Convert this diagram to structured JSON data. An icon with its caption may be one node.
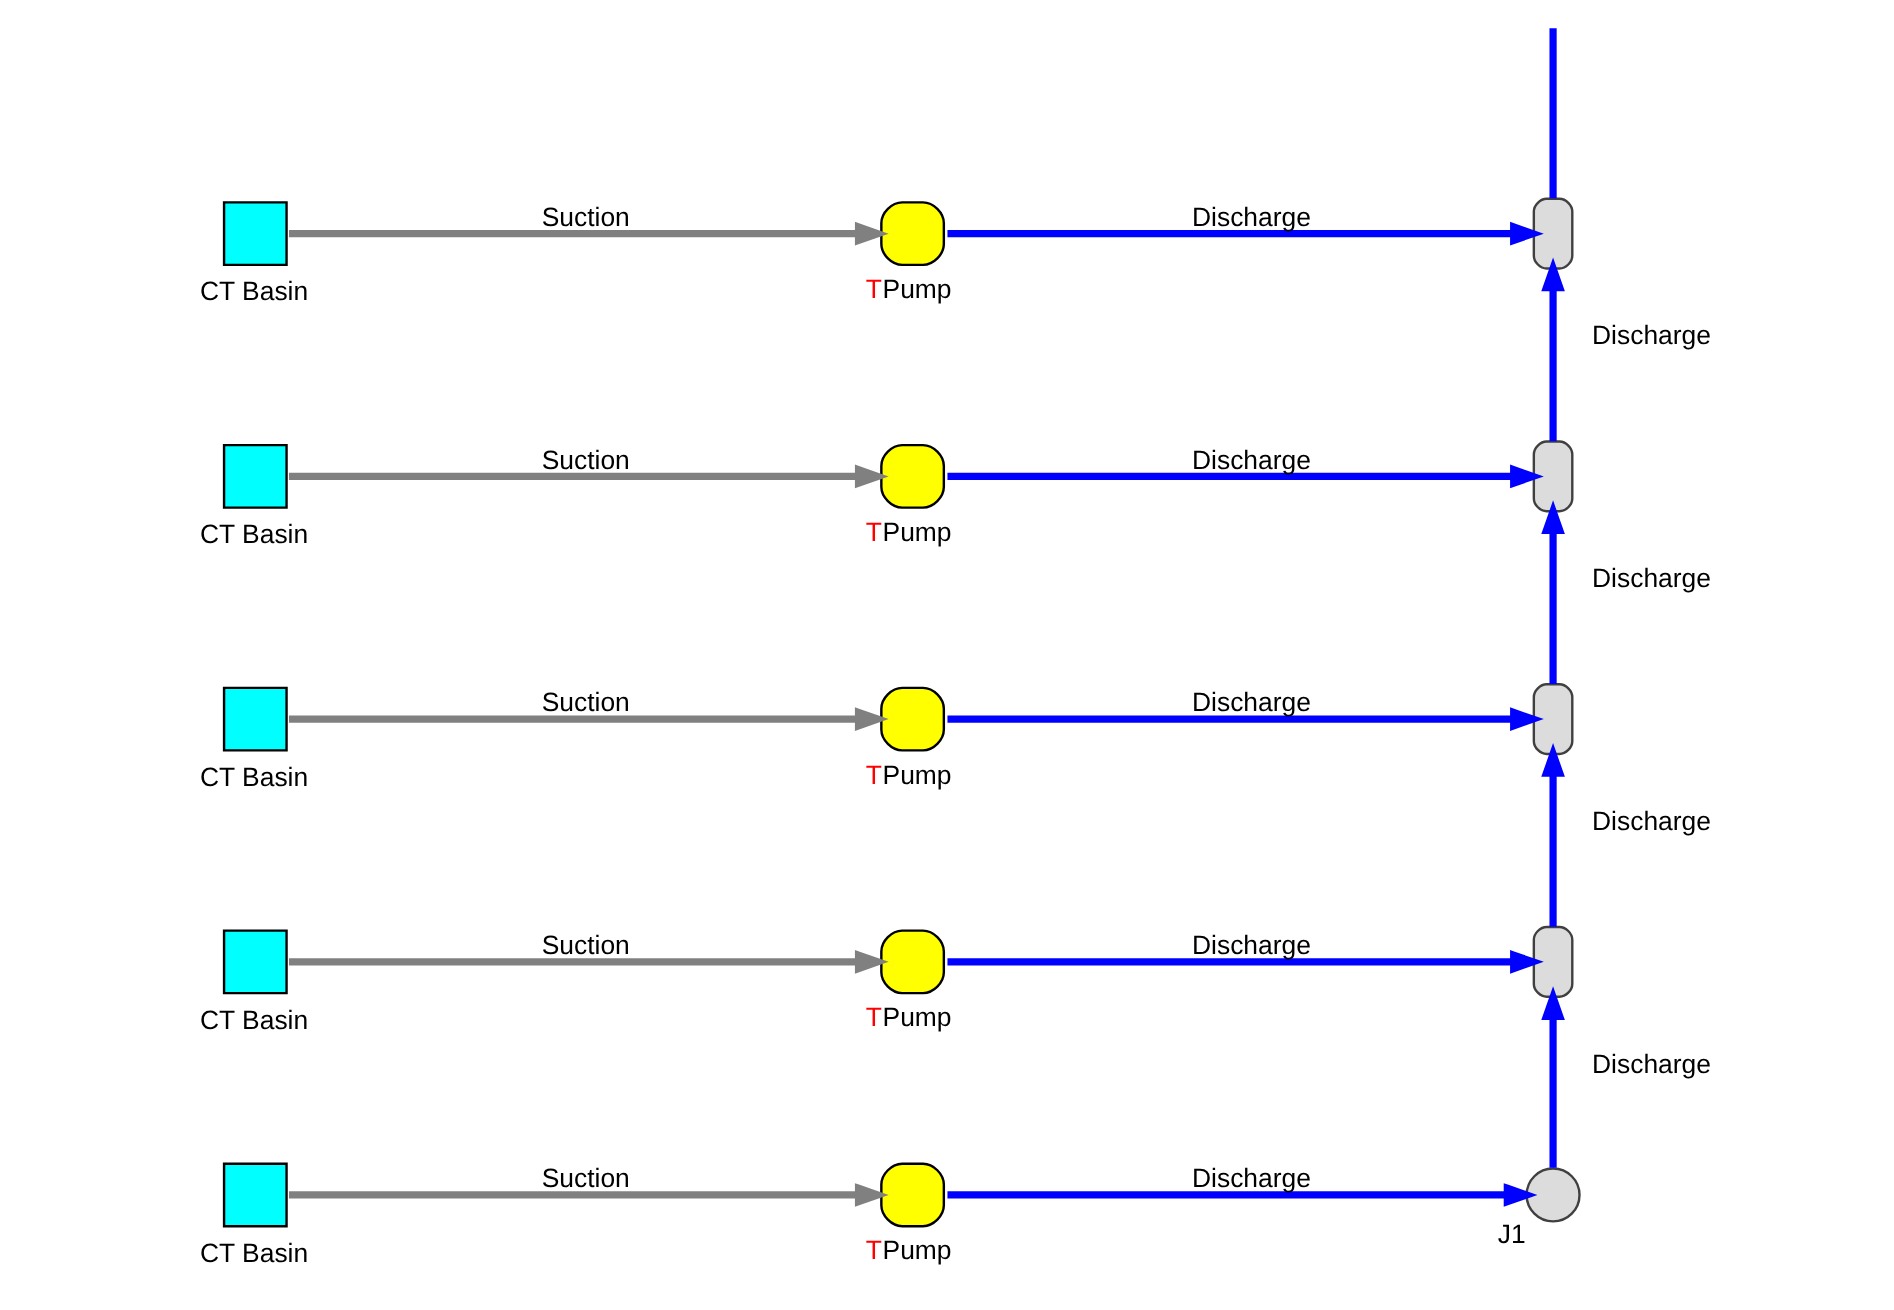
{
  "diagram": {
    "nodes": [
      {
        "text": [
          "CT Basin"
        ]
      },
      {
        "text": [
          "Pump"
        ],
        "beside": [
          "T"
        ]
      },
      {
        "text": [],
        "shape": "box"
      },
      {
        "text": [
          "CT Basin"
        ]
      },
      {
        "text": [
          "Pump"
        ],
        "beside": [
          "T"
        ]
      },
      {
        "text": [],
        "shape": "box"
      },
      {
        "text": [
          "CT Basin"
        ]
      },
      {
        "text": [
          "Pump"
        ],
        "beside": [
          "T"
        ]
      },
      {
        "text": [],
        "shape": "box"
      },
      {
        "text": [
          "CT Basin"
        ]
      },
      {
        "text": [
          "Pump"
        ],
        "beside": [
          "T"
        ]
      },
      {
        "text": [],
        "shape": "box"
      },
      {
        "text": [
          "CT Basin"
        ]
      },
      {
        "text": [
          "Pump"
        ],
        "beside": [
          "T"
        ]
      },
      {
        "text": [
          "J1"
        ]
      }
    ],
    "edges": [
      {
        "from": 0,
        "to": 1,
        "arrow": "to",
        "label": "Suction",
        "color": "#808080"
      },
      {
        "from": 1,
        "to": 2,
        "arrow": "to",
        "label": "Discharge"
      },
      {
        "from": 3,
        "to": 4,
        "arrow": "to",
        "label": "Suction",
        "color": "#808080"
      },
      {
        "from": 4,
        "to": 5,
        "arrow": "to",
        "label": "Discharge"
      },
      {
        "from": 6,
        "to": 7,
        "arrow": "to",
        "label": "Suction",
        "color": "#808080"
      },
      {
        "from": 7,
        "to": 8,
        "arrow": "to",
        "label": "Discharge"
      },
      {
        "from": 9,
        "to": 10,
        "arrow": "to",
        "label": "Suction",
        "color": "#808080"
      },
      {
        "from": 10,
        "to": 11,
        "arrow": "to",
        "label": "Discharge"
      },
      {
        "from": 12,
        "to": 13,
        "arrow": "to",
        "label": "Suction",
        "color": "#808080"
      },
      {
        "from": 13,
        "to": 14,
        "arrow": "to",
        "label": "Discharge"
      },
      {
        "from": 14,
        "to": 11,
        "arrow": "to",
        "label": "Discharge"
      },
      {
        "from": 11,
        "to": 8,
        "arrow": "to",
        "label": "Discharge"
      },
      {
        "from": 8,
        "to": 5,
        "arrow": "to",
        "label": "Discharge"
      },
      {
        "from": 5,
        "to": 2,
        "arrow": "to",
        "label": "Discharge"
      },
      {
        "from": 2,
        "to": null,
        "arrow": "none"
      }
    ]
  }
}
